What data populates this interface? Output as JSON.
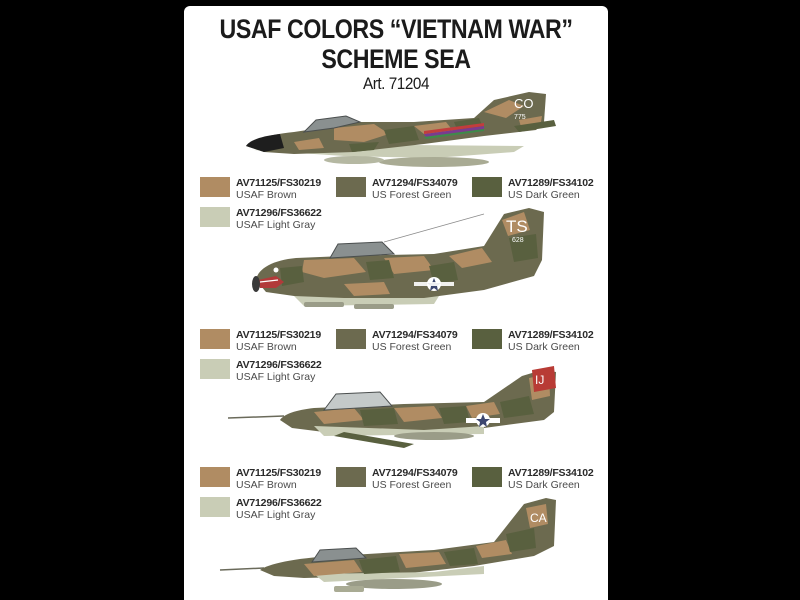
{
  "header": {
    "title_line1": "USAF COLORS “VIETNAM WAR”",
    "title_line2": "SCHEME SEA",
    "article": "Art. 71204"
  },
  "palette": {
    "usaf_brown": "#b08c63",
    "us_forest_green": "#6c6a4f",
    "us_dark_green": "#59603f",
    "usaf_light_gray": "#c9cdb6"
  },
  "aircraft": [
    {
      "id": "f4-phantom",
      "tail_code": "CO",
      "serial": "775",
      "colors": [
        {
          "code": "AV71125/FS30219",
          "name": "USAF Brown",
          "swatch": "#b08c63"
        },
        {
          "code": "AV71294/FS34079",
          "name": "US Forest Green",
          "swatch": "#6c6a4f"
        },
        {
          "code": "AV71289/FS34102",
          "name": "US Dark Green",
          "swatch": "#59603f"
        },
        {
          "code": "AV71296/FS36622",
          "name": "USAF Light Gray",
          "swatch": "#c9cdb6"
        }
      ]
    },
    {
      "id": "a1-skyraider",
      "tail_code": "TS",
      "serial": "628",
      "colors": [
        {
          "code": "AV71125/FS30219",
          "name": "USAF Brown",
          "swatch": "#b08c63"
        },
        {
          "code": "AV71294/FS34079",
          "name": "US Forest Green",
          "swatch": "#6c6a4f"
        },
        {
          "code": "AV71289/FS34102",
          "name": "US Dark Green",
          "swatch": "#59603f"
        },
        {
          "code": "AV71296/FS36622",
          "name": "USAF Light Gray",
          "swatch": "#c9cdb6"
        }
      ]
    },
    {
      "id": "a37-dragonfly",
      "tail_code": "IJ",
      "colors": [
        {
          "code": "AV71125/FS30219",
          "name": "USAF Brown",
          "swatch": "#b08c63"
        },
        {
          "code": "AV71294/FS34079",
          "name": "US Forest Green",
          "swatch": "#6c6a4f"
        },
        {
          "code": "AV71289/FS34102",
          "name": "US Dark Green",
          "swatch": "#59603f"
        },
        {
          "code": "AV71296/FS36622",
          "name": "USAF Light Gray",
          "swatch": "#c9cdb6"
        }
      ]
    },
    {
      "id": "f105-thunderchief",
      "tail_code": "CA"
    }
  ]
}
